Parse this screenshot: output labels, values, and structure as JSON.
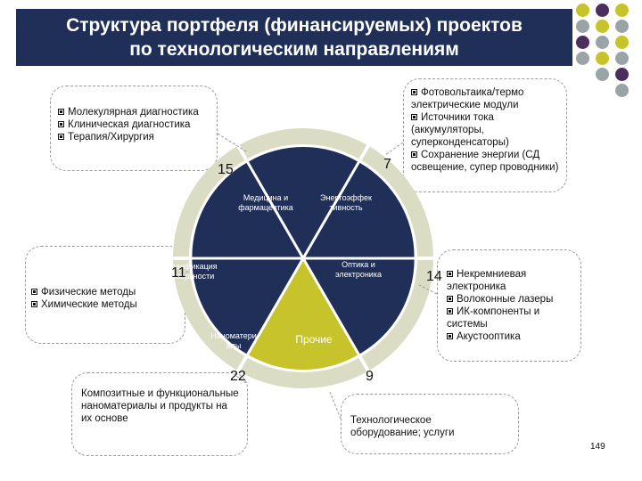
{
  "title": {
    "line1": "Структура портфеля (финансируемых) проектов",
    "line2": "по технологическим направлениям"
  },
  "colors": {
    "navy": "#1f2f57",
    "olive": "#c7c32a",
    "gray": "#9aa3a6",
    "purple": "#4a2e5c",
    "ring": "#dadcc4"
  },
  "segments": [
    {
      "label_lines": [
        "Медицина и",
        "фармацевтика"
      ],
      "count": "15"
    },
    {
      "label_lines": [
        "Энергоэффек",
        "тивность"
      ],
      "count": "7"
    },
    {
      "label_lines": [
        "Оптика и",
        "электроника"
      ],
      "count": "14"
    },
    {
      "label_lines": [
        "Прочие"
      ],
      "count": "9"
    },
    {
      "label_lines": [
        "Наноматери",
        "алы"
      ],
      "count": "22"
    },
    {
      "label_lines": [
        "Модификация",
        "поверхности"
      ],
      "count": "11"
    }
  ],
  "callouts": {
    "medicine": [
      "Молекулярная диагностика",
      "Клиническая диагностика",
      "Терапия/Хирургия"
    ],
    "energy": [
      "Фотовольтаика/термо электрические модули",
      "Источники тока (аккумуляторы, суперконденсаторы)",
      "Сохранение энергии (СД освещение, супер проводники)"
    ],
    "surface": [
      "Физические методы",
      "Химические методы"
    ],
    "optics": [
      "Некремниевая электроника",
      "Волоконные лазеры",
      "ИК-компоненты и системы",
      "Акустооптика"
    ],
    "nanomaterials": "Композитные и функциональные наноматериалы и продукты на их основе",
    "other": "Технологическое оборудование; услуги"
  },
  "page_number": "149"
}
